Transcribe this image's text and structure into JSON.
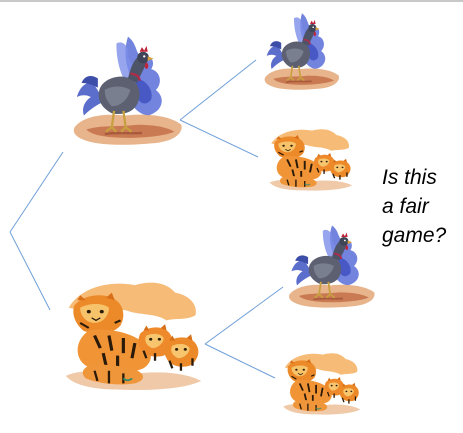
{
  "question": {
    "lines": [
      "Is this",
      "a fair",
      "game?"
    ]
  },
  "tree": {
    "structure": "two-stage outcome tree",
    "branch_color": "#6f9fd8",
    "root": {
      "children": [
        {
          "outcome": "rooster",
          "icon": "rooster-icon",
          "children": [
            {
              "outcome": "rooster",
              "icon": "rooster-icon"
            },
            {
              "outcome": "tiger",
              "icon": "tiger-icon"
            }
          ]
        },
        {
          "outcome": "tiger",
          "icon": "tiger-icon",
          "children": [
            {
              "outcome": "rooster",
              "icon": "rooster-icon"
            },
            {
              "outcome": "tiger",
              "icon": "tiger-icon"
            }
          ]
        }
      ]
    }
  }
}
